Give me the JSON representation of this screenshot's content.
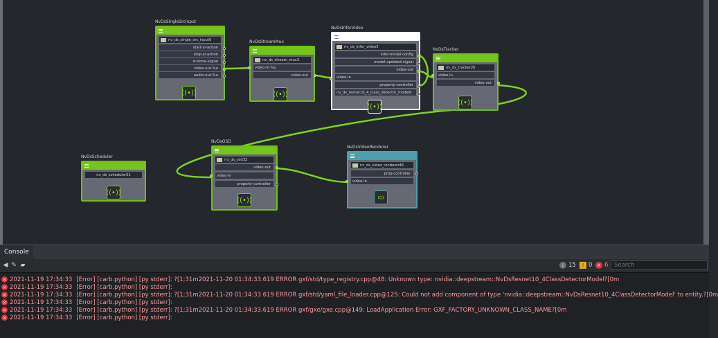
{
  "graph": {
    "nodes": {
      "single_src": {
        "type": "NvDsSingleSrcInput",
        "name": "nv_ds_single_src_input0",
        "rows": [
          "start-sr-action",
          "stop-sr-action",
          "sr-done-signal",
          "video-out-%u",
          "audio-out-%u"
        ]
      },
      "stream_mux": {
        "type": "NvDsStreamMux",
        "name": "nv_ds_stream_mux3",
        "rows": [
          "video-in-%u",
          "video-out"
        ]
      },
      "infer_video": {
        "type": "NvDsInferVideo",
        "name": "nv_ds_infer_video3",
        "rows": [
          "infer-model-config",
          "model-updated-signal",
          "video-out",
          "video-in",
          "property-controller",
          "nv_ds_resnet10_4_class_detector_model6"
        ]
      },
      "tracker": {
        "type": "NvDsTracker",
        "name": "nv_ds_tracker26",
        "rows": [
          "video-in",
          "video-out"
        ]
      },
      "scheduler": {
        "type": "NvDsScheduler",
        "name": "nv_ds_scheduler51"
      },
      "osd": {
        "type": "NvDsOSD",
        "name": "nv_ds_osd32",
        "rows": [
          "video-out",
          "video-in",
          "property-controller"
        ]
      },
      "renderer": {
        "type": "NvDsVideoRenderer",
        "name": "nv_ds_video_renderer46",
        "rows": [
          "prop-controller",
          "video-in"
        ]
      }
    },
    "colors": {
      "node_accent": "#76c51e",
      "renderer_accent": "#4aa1ad",
      "selected_accent": "#ffffff",
      "wire": "#7ed321"
    }
  },
  "console": {
    "tab_label": "Console",
    "counts": {
      "info": "15",
      "warnings": "0",
      "errors": "6"
    },
    "search_placeholder": "Search",
    "lines": [
      {
        "time": "2021-11-19 17:34:33",
        "text": "[Error] [carb.python] [py stderr]: ?[1;31m2021-11-20 01:34:33.619 ERROR gxf/std/type_registry.cpp@48: Unknown type: nvidia::deepstream::NvDsResnet10_4ClassDetectorModel?[0m"
      },
      {
        "time": "2021-11-19 17:34:33",
        "text": "[Error] [carb.python] [py stderr]:"
      },
      {
        "time": "2021-11-19 17:34:33",
        "text": "[Error] [carb.python] [py stderr]: ?[1;31m2021-11-20 01:34:33.619 ERROR gxf/std/yaml_file_loader.cpp@125: Could not add component of type 'nvidia::deepstream::NvDsResnet10_4ClassDetectorModel' to entity.?[0m"
      },
      {
        "time": "2021-11-19 17:34:33",
        "text": "[Error] [carb.python] [py stderr]:"
      },
      {
        "time": "2021-11-19 17:34:33",
        "text": "[Error] [carb.python] [py stderr]: ?[1;31m2021-11-20 01:34:33.619 ERROR gxf/gxe/gxe.cpp@149: LoadApplication Error: GXF_FACTORY_UNKNOWN_CLASS_NAME?[0m"
      },
      {
        "time": "2021-11-19 17:34:33",
        "text": "[Error] [carb.python] [py stderr]:"
      }
    ]
  }
}
